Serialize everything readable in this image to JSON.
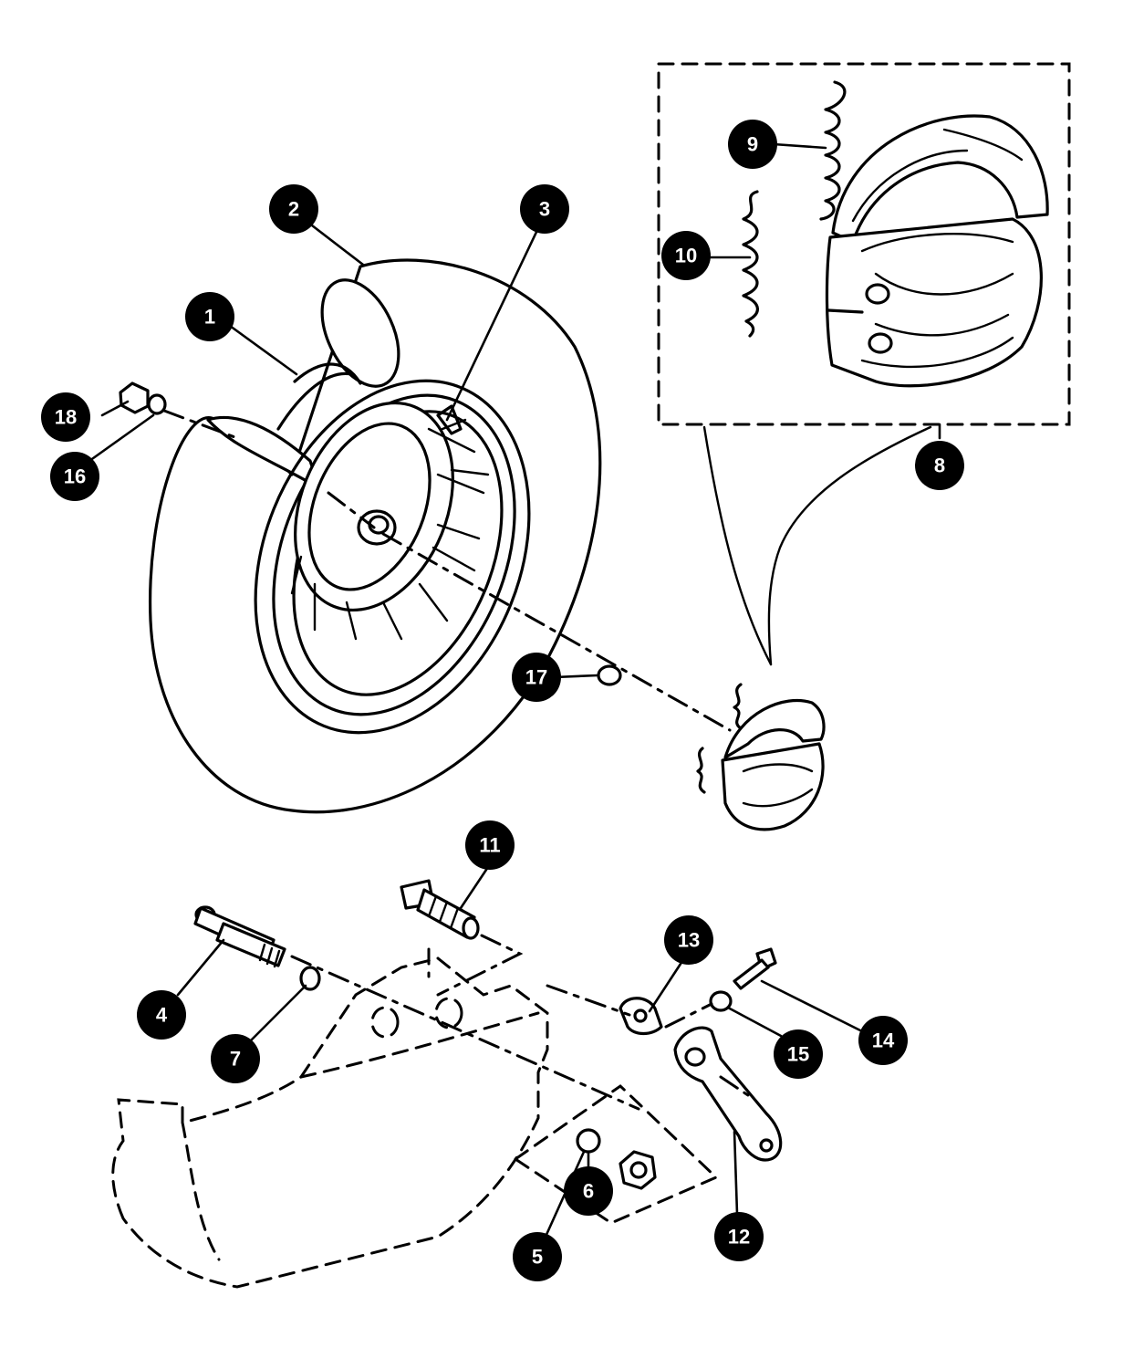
{
  "callouts": [
    {
      "label": "1"
    },
    {
      "label": "2"
    },
    {
      "label": "3"
    },
    {
      "label": "4"
    },
    {
      "label": "5"
    },
    {
      "label": "6"
    },
    {
      "label": "7"
    },
    {
      "label": "8"
    },
    {
      "label": "9"
    },
    {
      "label": "10"
    },
    {
      "label": "11"
    },
    {
      "label": "12"
    },
    {
      "label": "13"
    },
    {
      "label": "14"
    },
    {
      "label": "15"
    },
    {
      "label": "16"
    },
    {
      "label": "17"
    },
    {
      "label": "18"
    }
  ],
  "colors": {
    "ink": "#000000",
    "paper": "#ffffff"
  }
}
